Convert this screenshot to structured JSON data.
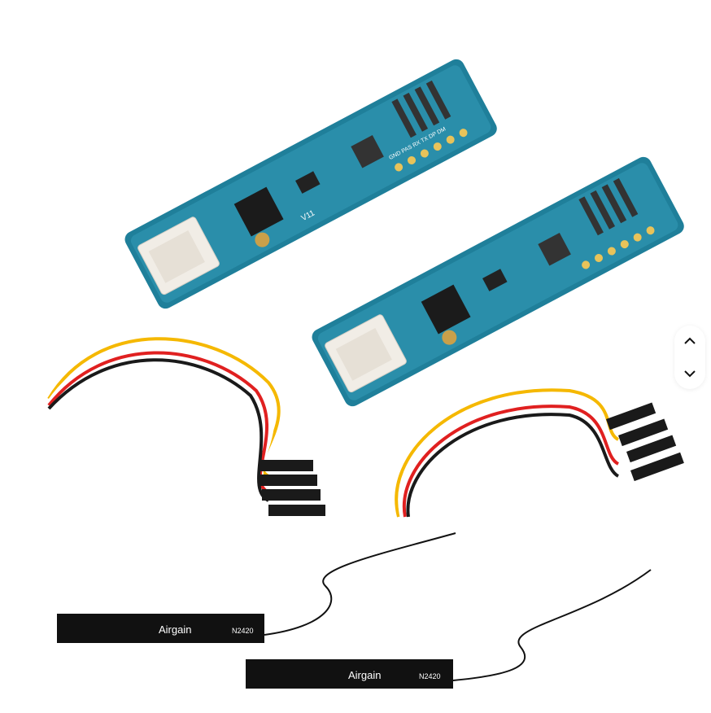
{
  "product_image": {
    "board": {
      "version_label": "V11",
      "pins": [
        "GND",
        "PAS",
        "RX",
        "TX",
        "DP",
        "DM"
      ],
      "board_color": "#1f7f9a",
      "connector_color": "#f1ede6"
    },
    "antenna": {
      "brand": "Airgain",
      "model": "N2420",
      "color": "#111111"
    },
    "cable_colors": [
      "#f5b800",
      "#ffffff",
      "#e02020",
      "#1a1a1a"
    ]
  },
  "carousel": {
    "up_icon": "chevron-up-icon",
    "down_icon": "chevron-down-icon"
  }
}
